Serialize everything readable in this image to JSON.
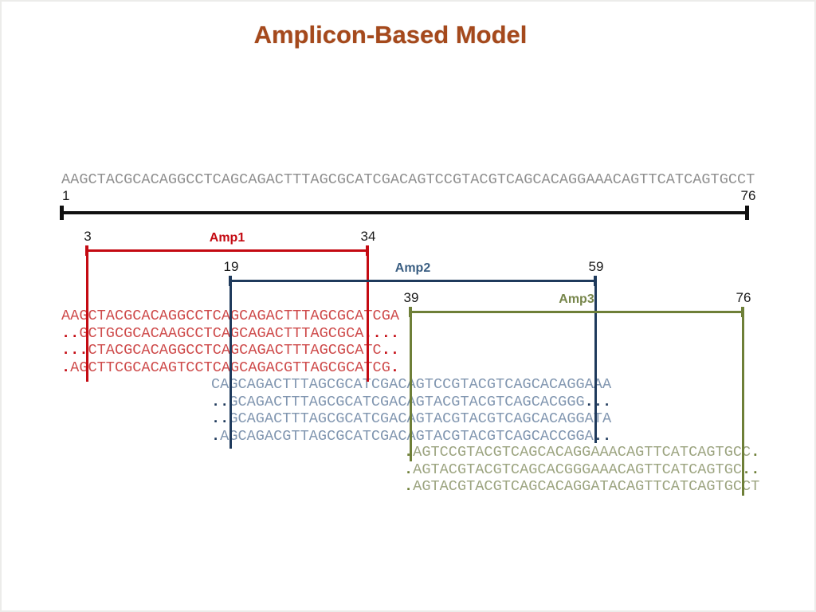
{
  "title": "Amplicon-Based Model",
  "colors": {
    "title": "#a5491c",
    "reference_text": "#8f8f8f",
    "ruler": "#111111",
    "number_labels": "#1a1a1a",
    "background": "#ffffff"
  },
  "reference": {
    "sequence": "AAGCTACGCACAGGCCTCAGCAGACTTTAGCGCATCGACAGTCCGTACGTCAGCACAGGAAACAGTTCATCAGTGCCT",
    "start_label": "1",
    "end_label": "76"
  },
  "amplicons": [
    {
      "name": "Amp1",
      "start_label": "3",
      "end_label": "34",
      "line_color": "#c40a12",
      "label_color": "#c40a12",
      "read_color": "#ce4a4a",
      "dot_color": "#c40a12",
      "reads": [
        "AAGCTACGCACAGGCCTCAGCAGACTTTAGCGCATCGA",
        "..GCTGCGCACAAGCCTCAGCAGACTTTAGCGCA....",
        "...CTACGCACAGGCCTCAGCAGACTTTAGCGCATC..",
        ".AGCTTCGCACAGTCCTCAGCAGACGTTAGCGCATCG."
      ]
    },
    {
      "name": "Amp2",
      "start_label": "19",
      "end_label": "59",
      "line_color": "#1f3a5c",
      "label_color": "#3a5e82",
      "read_color": "#8196b0",
      "dot_color": "#1f3a5c",
      "reads": [
        "CAGCAGACTTTAGCGCATCGACAGTCCGTACGTCAGCACAGGAAA",
        "..GCAGACTTTAGCGCATCGACAGTACGTACGTCAGCACGGG...",
        "..GCAGACTTTAGCGCATCGACAGTACGTACGTCAGCACAGGATA",
        ".AGCAGACGTTAGCGCATCGACAGTACGTACGTCAGCACCGGA.."
      ]
    },
    {
      "name": "Amp3",
      "start_label": "39",
      "end_label": "76",
      "line_color": "#6e7f38",
      "label_color": "#77864b",
      "read_color": "#9ca480",
      "dot_color": "#6e7f38",
      "reads": [
        ".AGTCCGTACGTCAGCACAGGAAACAGTTCATCAGTGCC.",
        ".AGTACGTACGTCAGCACGGGAAACAGTTCATCAGTGC..",
        ".AGTACGTACGTCAGCACAGGATACAGTTCATCAGTGCCT"
      ]
    }
  ]
}
